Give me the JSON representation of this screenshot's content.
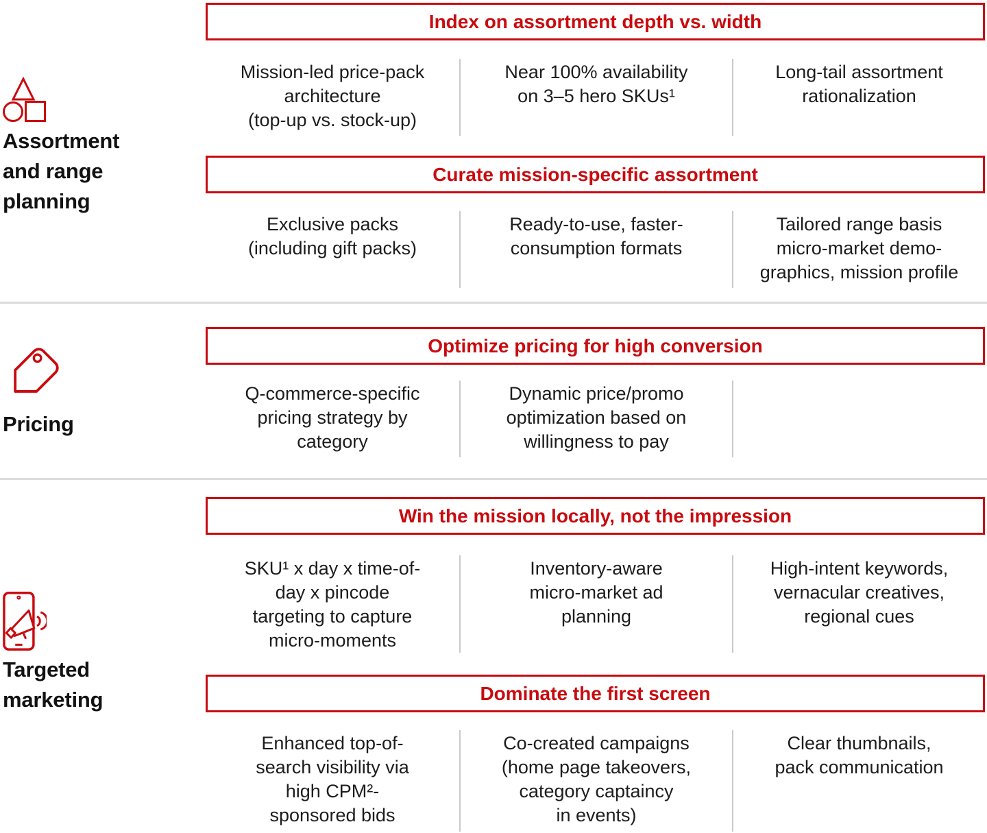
{
  "colors": {
    "accent": "#c90b0f",
    "text": "#1c1c1c",
    "title": "#121212",
    "divider_v": "#c9c9c9",
    "divider_h": "#dcdcdc"
  },
  "sections": [
    {
      "title": "Assortment\nand range\nplanning",
      "icon": "shapes-icon",
      "groups": [
        {
          "banner": "Index on assortment depth vs. width",
          "items": [
            "Mission-led price-pack\narchitecture\n(top-up vs. stock-up)",
            "Near 100% availability\non 3–5 hero SKUs¹",
            "Long-tail assortment\nrationalization"
          ]
        },
        {
          "banner": "Curate mission-specific assortment",
          "items": [
            "Exclusive packs\n(including gift packs)",
            "Ready-to-use, faster-\nconsumption formats",
            "Tailored range basis\nmicro-market demo-\ngraphics, mission profile"
          ]
        }
      ]
    },
    {
      "title": "Pricing",
      "icon": "price-tag-icon",
      "groups": [
        {
          "banner": "Optimize pricing for high conversion",
          "items": [
            "Q-commerce-specific\npricing strategy by\ncategory",
            "Dynamic price/promo\noptimization based on\nwillingness to pay",
            ""
          ]
        }
      ]
    },
    {
      "title": "Targeted\nmarketing",
      "icon": "phone-megaphone-icon",
      "groups": [
        {
          "banner": "Win the mission locally, not the impression",
          "items": [
            "SKU¹ x day x time-of-\nday x pincode\ntargeting to capture\nmicro-moments",
            "Inventory-aware\nmicro-market ad\nplanning",
            "High-intent keywords,\nvernacular creatives,\nregional cues"
          ]
        },
        {
          "banner": "Dominate the first screen",
          "items": [
            "Enhanced top-of-\nsearch visibility via\nhigh CPM²-\nsponsored bids",
            "Co-created campaigns\n(home page takeovers,\ncategory captaincy\nin events)",
            "Clear thumbnails,\npack communication"
          ]
        }
      ]
    }
  ]
}
